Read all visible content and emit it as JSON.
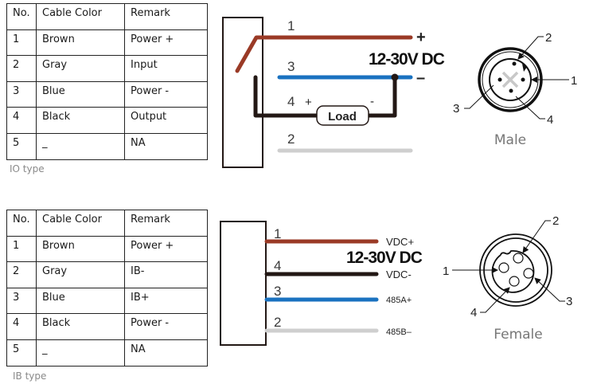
{
  "io_section": {
    "table": {
      "headers": [
        "No.",
        "Cable Color",
        "Remark"
      ],
      "rows": [
        [
          "1",
          "Brown",
          "Power +"
        ],
        [
          "2",
          "Gray",
          "Input"
        ],
        [
          "3",
          "Blue",
          "Power -"
        ],
        [
          "4",
          "Black",
          "Output"
        ],
        [
          "5",
          "_",
          "NA"
        ]
      ]
    },
    "caption": "IO type",
    "wiring": {
      "wire_numbers": [
        "1",
        "3",
        "4",
        "2"
      ],
      "plus_sign": "+",
      "minus_sign": "–",
      "voltage": "12-30V DC",
      "load_label": "Load",
      "load_plus": "+",
      "load_minus": "-"
    },
    "connector": {
      "label": "Male",
      "pins": [
        "1",
        "2",
        "3",
        "4"
      ]
    }
  },
  "ib_section": {
    "table": {
      "headers": [
        "No.",
        "Cable Color",
        "Remark"
      ],
      "rows": [
        [
          "1",
          "Brown",
          "Power +"
        ],
        [
          "2",
          "Gray",
          "IB-"
        ],
        [
          "3",
          "Blue",
          "IB+"
        ],
        [
          "4",
          "Black",
          "Power -"
        ],
        [
          "5",
          "_",
          "NA"
        ]
      ]
    },
    "caption": "IB type",
    "wiring": {
      "wire_numbers": [
        "1",
        "4",
        "3",
        "2"
      ],
      "signals": [
        "VDC+",
        "VDC-",
        "485A+",
        "485B–"
      ],
      "voltage": "12-30V DC"
    },
    "connector": {
      "label": "Female",
      "pins": [
        "1",
        "2",
        "3",
        "4"
      ]
    }
  },
  "colors": {
    "brown": "#9a3a26",
    "blue": "#1a72c0",
    "black": "#231815",
    "gray": "#cfcfcf"
  }
}
